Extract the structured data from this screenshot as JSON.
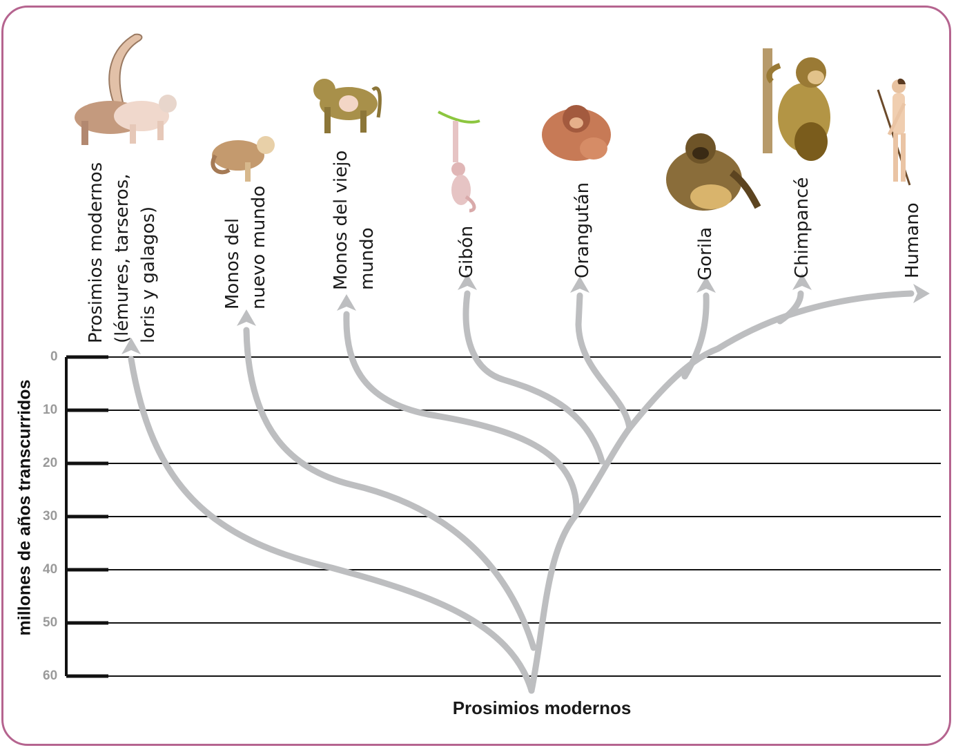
{
  "diagram": {
    "y_axis": {
      "title": "millones de años transcurridos",
      "ticks": [
        "0",
        "10",
        "20",
        "30",
        "40",
        "50",
        "60"
      ]
    },
    "root_label": "Prosimios modernos",
    "taxa": [
      {
        "lines": [
          "Prosimios modernos",
          "(lémures, tarseros,",
          "loris y galagos)"
        ],
        "icon": "lemur-icon"
      },
      {
        "lines": [
          "Monos del",
          "nuevo mundo"
        ],
        "icon": "new-world-monkey-icon"
      },
      {
        "lines": [
          "Monos del viejo",
          "mundo"
        ],
        "icon": "old-world-monkey-icon"
      },
      {
        "lines": [
          "Gibón"
        ],
        "icon": "gibbon-icon"
      },
      {
        "lines": [
          "Orangután"
        ],
        "icon": "orangutan-icon"
      },
      {
        "lines": [
          "Gorila"
        ],
        "icon": "gorilla-icon"
      },
      {
        "lines": [
          "Chimpancé"
        ],
        "icon": "chimpanzee-icon"
      },
      {
        "lines": [
          "Humano"
        ],
        "icon": "human-icon"
      }
    ],
    "colors": {
      "frame": "#b5648f",
      "branch": "#bdbec0",
      "gridline": "#111111",
      "tick_text": "#9a9a9a"
    }
  }
}
